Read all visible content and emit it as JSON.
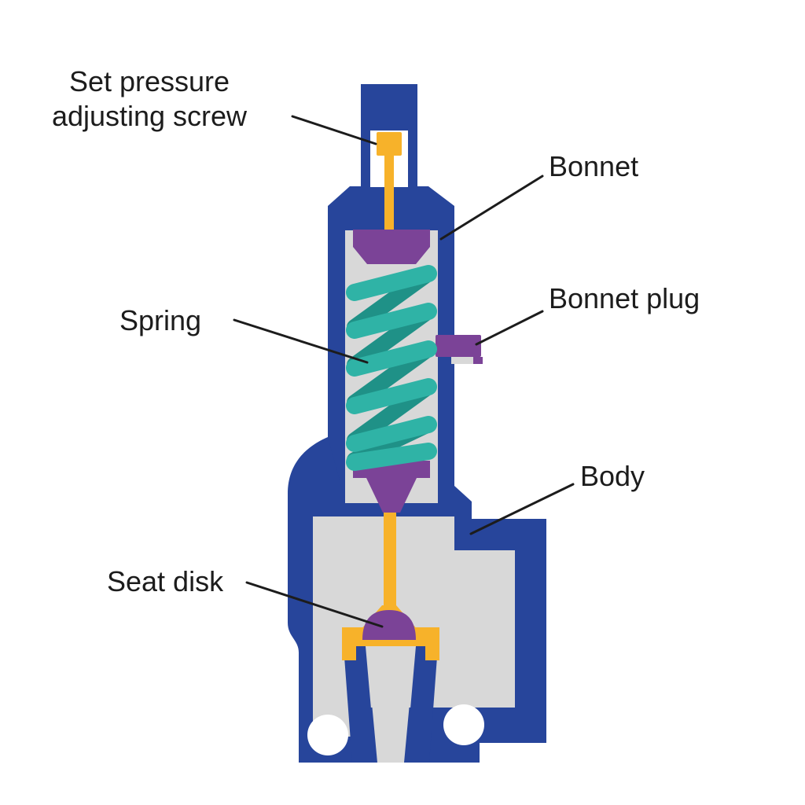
{
  "diagram_type": "labeled cross-section of a spring-loaded safety relief valve",
  "labels": [
    {
      "id": "set-pressure-adjusting-screw",
      "text": "Set pressure adjusting screw"
    },
    {
      "id": "bonnet",
      "text": "Bonnet"
    },
    {
      "id": "bonnet-plug",
      "text": "Bonnet plug"
    },
    {
      "id": "spring",
      "text": "Spring"
    },
    {
      "id": "body",
      "text": "Body"
    },
    {
      "id": "seat-disk",
      "text": "Seat disk"
    }
  ],
  "palette": {
    "blue": "#27459B",
    "gray": "#D8D8D8",
    "teal": "#2FB3A6",
    "teal_dark": "#1F9187",
    "purple": "#7B4397",
    "yellow": "#F7B22A",
    "line": "#1C1C1C",
    "background": "#FFFFFF"
  }
}
